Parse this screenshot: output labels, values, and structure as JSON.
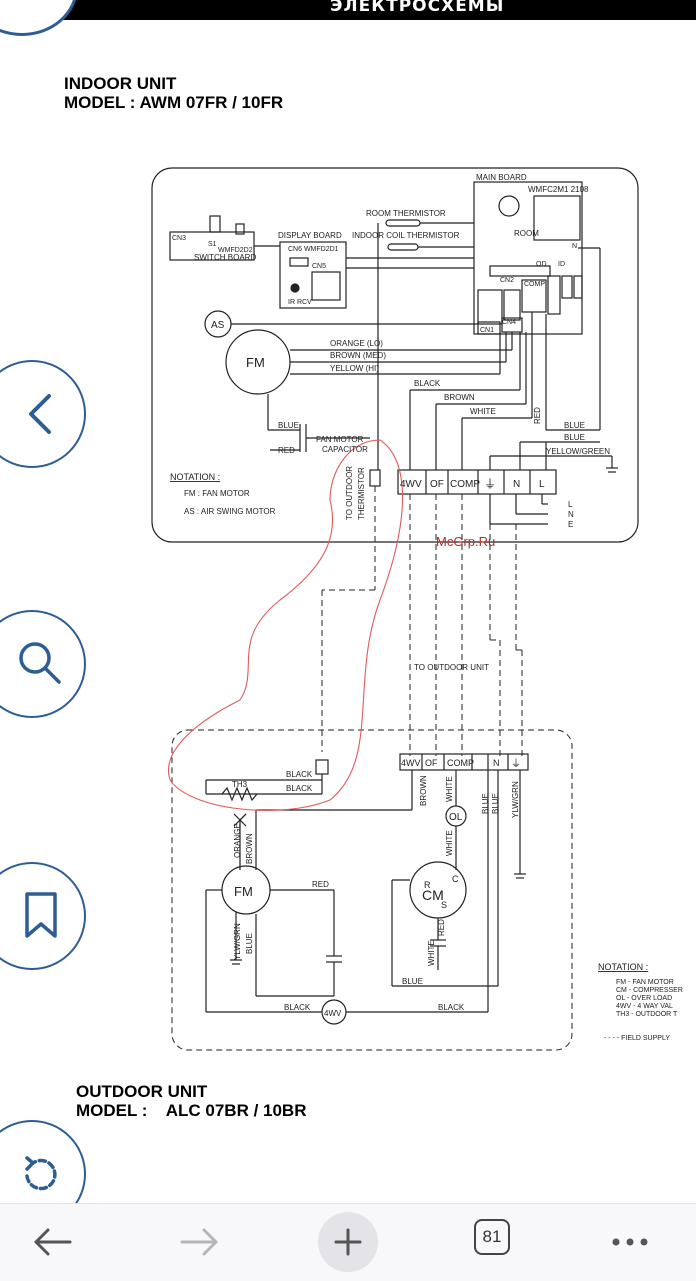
{
  "header": {
    "title": "ЭЛЕКТРОСХЕМЫ"
  },
  "indoor": {
    "line1": "INDOOR UNIT",
    "line2": "MODEL : AWM 07FR / 10FR"
  },
  "outdoor": {
    "line1": "OUTDOOR UNIT",
    "line2": "MODEL :    ALC 07BR / 10BR"
  },
  "watermark": "McGrp.Ru",
  "diagram": {
    "main_board": "MAIN BOARD",
    "main_board_part": "WMFC2M1    2108",
    "room_thermistor": "ROOM THERMISTOR",
    "room": "ROOM",
    "indoor_coil_thermistor": "INDOOR COIL THERMISTOR",
    "display_board": "DISPLAY BOARD",
    "cn6": "CN6 WMFD2D1",
    "cn5": "CN5",
    "ir_rcv": "IR RCV",
    "switch_board": "SWITCH BOARD",
    "cn3": "CN3",
    "s1": "S1",
    "wmf": "WMFD2D2",
    "cn2": "CN2",
    "cn1": "CN1",
    "cn4": "CN4",
    "comp": "COMP",
    "od": "OD",
    "id": "ID",
    "n_label": "N",
    "as": "AS",
    "fm": "FM",
    "orange_lo": "ORANGE (LO)",
    "brown_med": "BROWN (MED)",
    "yellow_hi": "YELLOW (HI)",
    "black": "BLACK",
    "brown": "BROWN",
    "white": "WHITE",
    "red": "RED",
    "blue": "BLUE",
    "yellow_green": "YELLOW/GREEN",
    "fan_motor_capacitor_1": "FAN MOTOR",
    "fan_motor_capacitor_2": "CAPACITOR",
    "to_outdoor_thermistor_1": "TO OUTDOOR",
    "to_outdoor_thermistor_2": "THERMISTOR",
    "notation": "NOTATION :",
    "notation_fm": "FM  :   FAN MOTOR",
    "notation_as": "AS  :   AIR SWING MOTOR",
    "terminals": [
      "4WV",
      "OF",
      "COMP",
      "⏚",
      "N",
      "L"
    ],
    "supply_l": "L",
    "supply_n": "N",
    "supply_e": "E",
    "to_outdoor_unit": "TO OUTDOOR UNIT",
    "out_terminals": [
      "4WV",
      "OF",
      "COMP",
      "",
      "N",
      "⏚"
    ],
    "th3": "TH3",
    "ol": "OL",
    "cm": "CM",
    "r": "R",
    "c": "C",
    "s": "S",
    "four_wv": "4WV",
    "ylw_grn": "YLW/GRN",
    "orange": "ORANGE",
    "notation2": "NOTATION :",
    "notation2_lines": [
      "FM  -  FAN MOTOR",
      "CM  -  COMPRESSER",
      "OL  -  OVER LOAD",
      "4WV -  4 WAY VAL",
      "TH3 -  OUTDOOR T"
    ],
    "field_supply": "- - - -   FIELD SUPPLY"
  },
  "side_buttons": [
    "back-icon",
    "search-icon",
    "bookmark-icon",
    "rotate-icon"
  ],
  "bottom_bar": {
    "tab_count": "81"
  },
  "colors": {
    "accent": "#2d5d95",
    "annotation": "#e05a5a"
  }
}
